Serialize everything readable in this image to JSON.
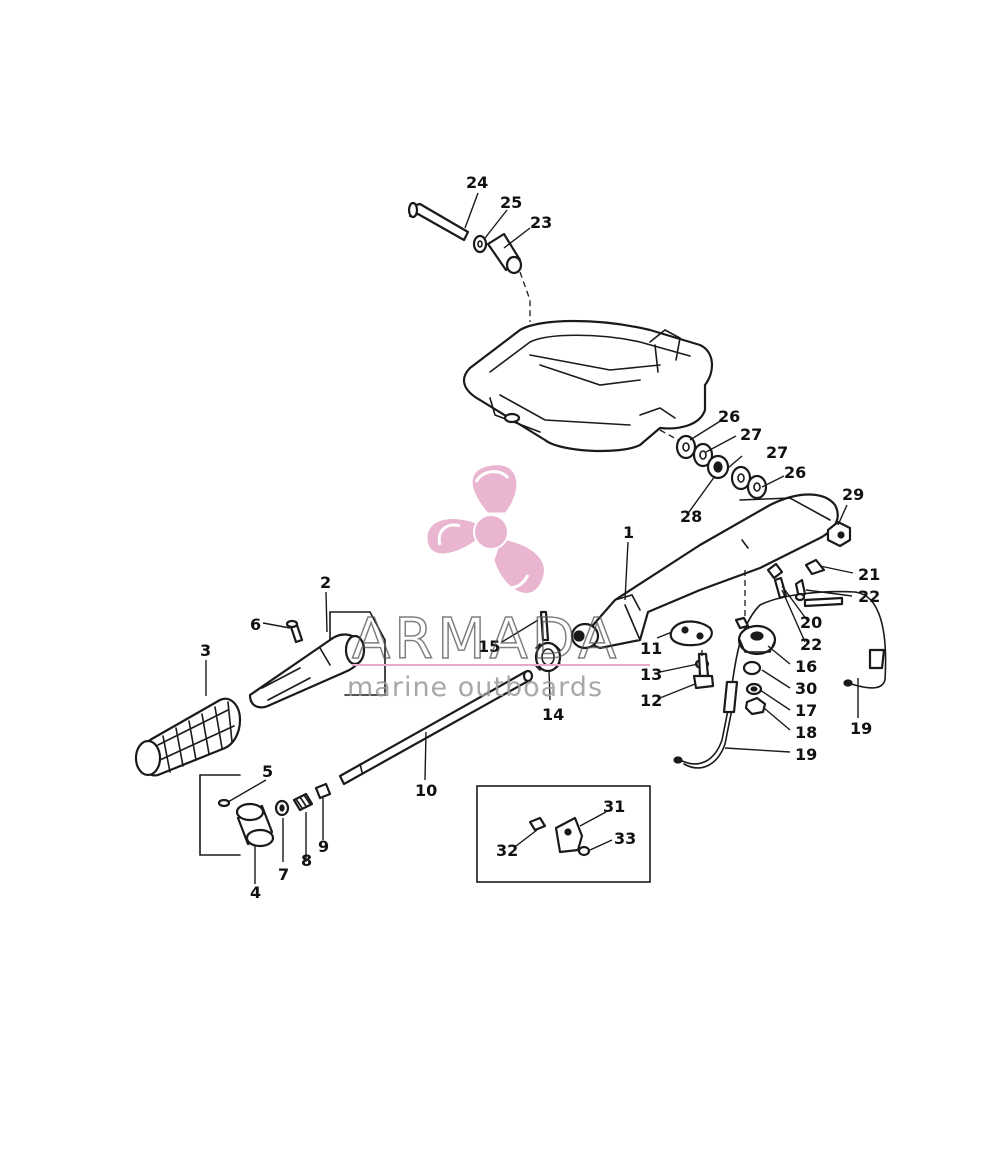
{
  "watermark": {
    "brand": "ARMADA",
    "tagline": "marine outboards",
    "logo": "propeller-logo",
    "color": "#e3a3c3"
  },
  "callouts": [
    {
      "id": "c1",
      "text": "1"
    },
    {
      "id": "c2",
      "text": "2"
    },
    {
      "id": "c3",
      "text": "3"
    },
    {
      "id": "c4",
      "text": "4"
    },
    {
      "id": "c5",
      "text": "5"
    },
    {
      "id": "c6",
      "text": "6"
    },
    {
      "id": "c7",
      "text": "7"
    },
    {
      "id": "c8",
      "text": "8"
    },
    {
      "id": "c9",
      "text": "9"
    },
    {
      "id": "c10",
      "text": "10"
    },
    {
      "id": "c11",
      "text": "11"
    },
    {
      "id": "c12",
      "text": "12"
    },
    {
      "id": "c13",
      "text": "13"
    },
    {
      "id": "c14",
      "text": "14"
    },
    {
      "id": "c15",
      "text": "15"
    },
    {
      "id": "c16",
      "text": "16"
    },
    {
      "id": "c17",
      "text": "17"
    },
    {
      "id": "c18",
      "text": "18"
    },
    {
      "id": "c19a",
      "text": "19"
    },
    {
      "id": "c19b",
      "text": "19"
    },
    {
      "id": "c20",
      "text": "20"
    },
    {
      "id": "c21",
      "text": "21"
    },
    {
      "id": "c22a",
      "text": "22"
    },
    {
      "id": "c22b",
      "text": "22"
    },
    {
      "id": "c23",
      "text": "23"
    },
    {
      "id": "c24",
      "text": "24"
    },
    {
      "id": "c25",
      "text": "25"
    },
    {
      "id": "c26a",
      "text": "26"
    },
    {
      "id": "c26b",
      "text": "26"
    },
    {
      "id": "c27a",
      "text": "27"
    },
    {
      "id": "c27b",
      "text": "27"
    },
    {
      "id": "c28",
      "text": "28"
    },
    {
      "id": "c29",
      "text": "29"
    },
    {
      "id": "c30",
      "text": "30"
    },
    {
      "id": "c31",
      "text": "31"
    },
    {
      "id": "c32",
      "text": "32"
    },
    {
      "id": "c33",
      "text": "33"
    }
  ]
}
